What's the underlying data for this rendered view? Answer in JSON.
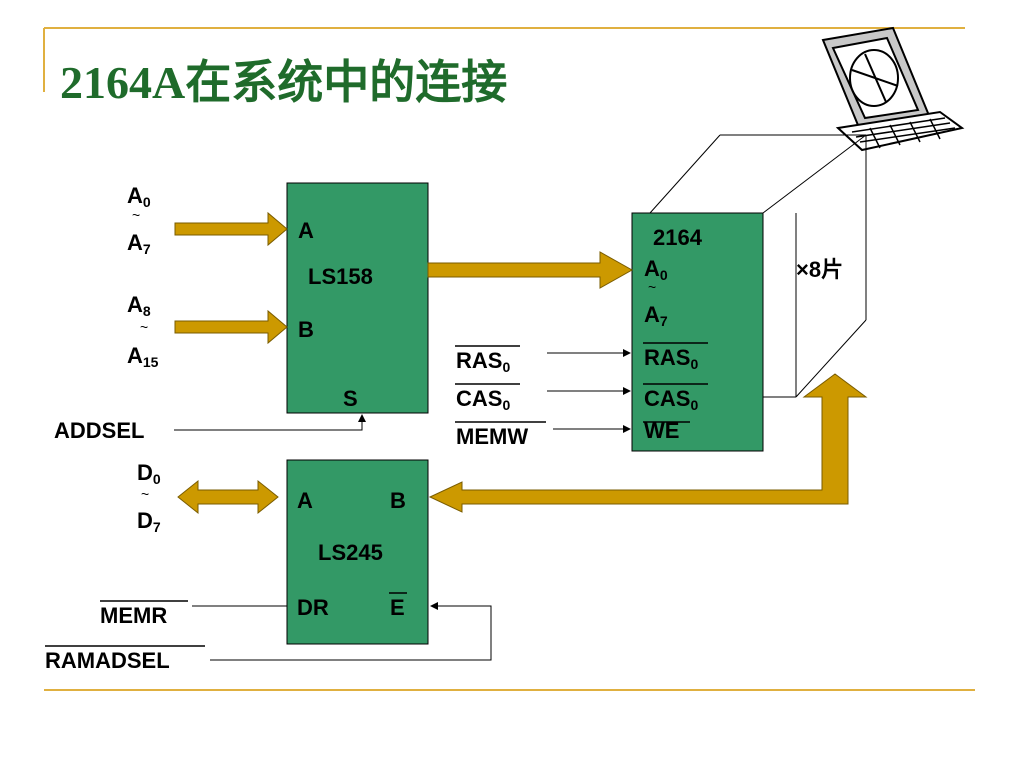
{
  "title": "2164A在系统中的连接",
  "colors": {
    "chip_fill": "#339966",
    "bus_arrow_fill": "#cc9900",
    "bus_arrow_stroke": "#7a5c00",
    "title_color": "#1f6b2b",
    "rule_color": "#e0b040"
  },
  "icons": [
    "computer-clipart-icon"
  ],
  "addr_low": {
    "top": "A",
    "top_sub": "0",
    "tilde": "~",
    "bottom": "A",
    "bottom_sub": "7"
  },
  "addr_high": {
    "top": "A",
    "top_sub": "8",
    "tilde": "~",
    "bottom": "A",
    "bottom_sub": "15"
  },
  "data_bus": {
    "top": "D",
    "top_sub": "0",
    "tilde": "~",
    "bottom": "D",
    "bottom_sub": "7"
  },
  "addsel": "ADDSEL",
  "memr": "MEMR",
  "ramadsel": "RAMADSEL",
  "ls158": {
    "a": "A",
    "name": "LS158",
    "b": "B",
    "s": "S"
  },
  "ls245": {
    "a": "A",
    "b": "B",
    "name": "LS245",
    "dr": "DR",
    "e": "E"
  },
  "ram": {
    "name": "2164",
    "a_top": "A",
    "a_top_sub": "0",
    "tilde": "~",
    "a_bottom": "A",
    "a_bottom_sub": "7",
    "ras": "RAS",
    "ras_sub": "0",
    "cas": "CAS",
    "cas_sub": "0",
    "we": "WE"
  },
  "signals": {
    "ras": "RAS",
    "ras_sub": "0",
    "cas": "CAS",
    "cas_sub": "0",
    "memw": "MEMW"
  },
  "multiplier": "×8片"
}
